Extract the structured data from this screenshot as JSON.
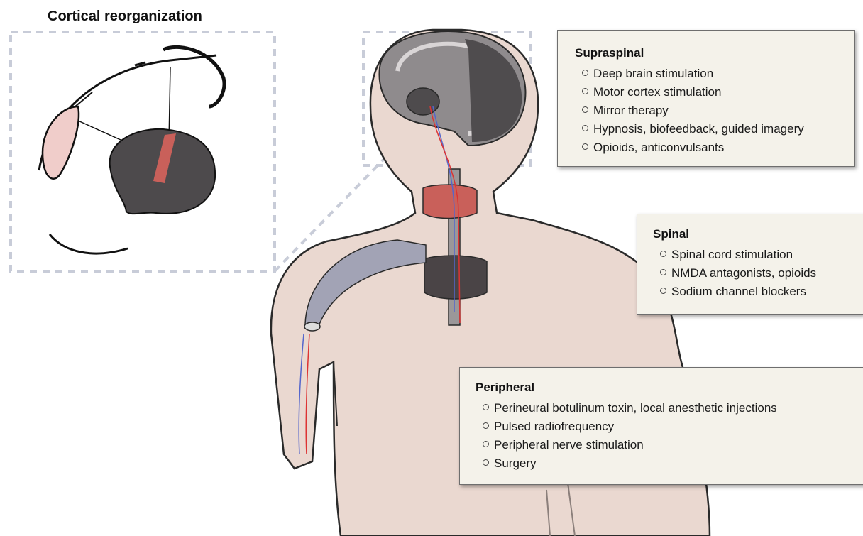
{
  "title": "Cortical reorganization",
  "colors": {
    "skin": "#ead8d0",
    "outline": "#2a2a2a",
    "brain": "#4d4a4c",
    "cortex_strip": "#c9605a",
    "box_bg": "#f4f2ea",
    "nerve_red": "#d33",
    "nerve_blue": "#5566cc"
  },
  "boxes": {
    "supraspinal": {
      "heading": "Supraspinal",
      "items": [
        "Deep brain stimulation",
        "Motor cortex stimulation",
        "Mirror therapy",
        "Hypnosis, biofeedback, guided imagery",
        "Opioids, anticonvulsants"
      ]
    },
    "spinal": {
      "heading": "Spinal",
      "items": [
        "Spinal cord stimulation",
        "NMDA antagonists, opioids",
        "Sodium channel blockers"
      ]
    },
    "peripheral": {
      "heading": "Peripheral",
      "items": [
        "Perineural botulinum toxin, local anesthetic injections",
        "Pulsed radiofrequency",
        "Peripheral nerve stimulation",
        "Surgery"
      ]
    }
  }
}
